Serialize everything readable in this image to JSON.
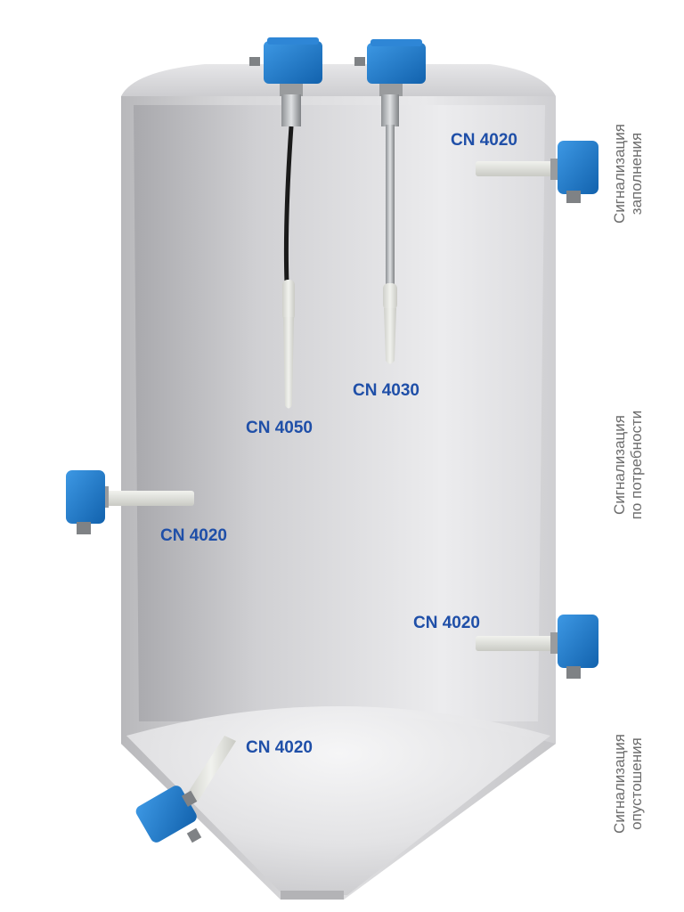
{
  "labels": {
    "sensor_top_right": "CN 4020",
    "rod_cable": "CN 4050",
    "rod_rigid": "CN 4030",
    "sensor_left": "CN 4020",
    "sensor_right_lower": "CN 4020",
    "sensor_bottom": "CN 4020"
  },
  "side_labels": {
    "fill": [
      "Сигнализация",
      "заполнения"
    ],
    "demand": [
      "Сигнализация",
      "по потребности"
    ],
    "empty": [
      "Сигнализация",
      "опустошения"
    ]
  },
  "colors": {
    "sensor_blue": "#1b76c9",
    "label_blue": "#1f4fa8",
    "tank_gray": "#c9c9cb",
    "probe_white": "#e4e5e0"
  }
}
